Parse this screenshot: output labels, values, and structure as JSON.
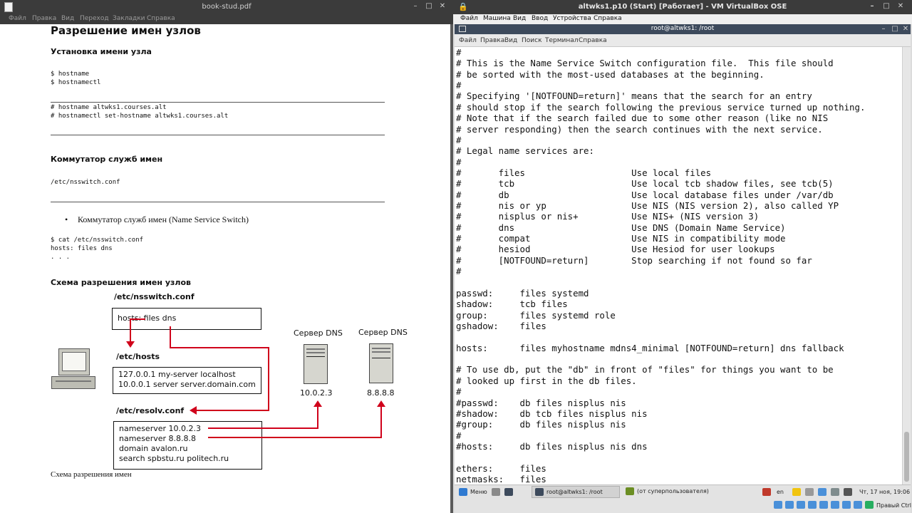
{
  "pdf": {
    "title": "book-stud.pdf",
    "menu": [
      "Файл",
      "Правка",
      "Вид",
      "Переход",
      "Закладки",
      "Справка"
    ],
    "heading": "Разрешение имен узлов",
    "section1_title": "Установка имени узла",
    "section1_cmds": "$ hostname\n$ hostnamectl",
    "section1_root": "# hostname altwks1.courses.alt\n# hostnamectl set-hostname altwks1.courses.alt",
    "section2_title": "Коммутатор служб имен",
    "section2_file": "/etc/nsswitch.conf",
    "bullet": "Коммутатор служб имен (Name Service Switch)",
    "cat_block": "$ cat /etc/nsswitch.conf\nhosts: files dns\n. . .",
    "section3_title": "Схема разрешения имен узлов",
    "diagram": {
      "nsswitch_label": "/etc/nsswitch.conf",
      "nsswitch_box": "hosts: files dns",
      "hosts_label": "/etc/hosts",
      "hosts_box": "127.0.0.1 my-server localhost\n10.0.0.1 server server.domain.com",
      "resolv_label": "/etc/resolv.conf",
      "resolv_box": "nameserver 10.0.2.3\nnameserver 8.8.8.8\ndomain avalon.ru\nsearch spbstu.ru politech.ru",
      "dns1_label": "Сервер DNS",
      "dns1_ip": "10.0.2.3",
      "dns2_label": "Сервер DNS",
      "dns2_ip": "8.8.8.8"
    },
    "caption": "Схема разрешения имен"
  },
  "vbox": {
    "title": "altwks1.p10 (Start) [Работает] - VM VirtualBox OSE",
    "menu": [
      "Файл",
      "Машина",
      "Вид",
      "Ввод",
      "Устройства",
      "Справка"
    ]
  },
  "terminal": {
    "title": "root@altwks1: /root",
    "menu": [
      "Файл",
      "Правка",
      "Вид",
      "Поиск",
      "Терминал",
      "Справка"
    ],
    "lines": [
      "#",
      "# This is the Name Service Switch configuration file.  This file should",
      "# be sorted with the most-used databases at the beginning.",
      "#",
      "# Specifying '[NOTFOUND=return]' means that the search for an entry",
      "# should stop if the search following the previous service turned up nothing.",
      "# Note that if the search failed due to some other reason (like no NIS",
      "# server responding) then the search continues with the next service.",
      "#",
      "# Legal name services are:",
      "#",
      "#       files                    Use local files",
      "#       tcb                      Use local tcb shadow files, see tcb(5)",
      "#       db                       Use local database files under /var/db",
      "#       nis or yp                Use NIS (NIS version 2), also called YP",
      "#       nisplus or nis+          Use NIS+ (NIS version 3)",
      "#       dns                      Use DNS (Domain Name Service)",
      "#       compat                   Use NIS in compatibility mode",
      "#       hesiod                   Use Hesiod for user lookups",
      "#       [NOTFOUND=return]        Stop searching if not found so far",
      "#",
      "",
      "passwd:     files systemd",
      "shadow:     tcb files",
      "group:      files systemd role",
      "gshadow:    files",
      "",
      "hosts:      files myhostname mdns4_minimal [NOTFOUND=return] dns fallback",
      "",
      "# To use db, put the \"db\" in front of \"files\" for things you want to be",
      "# looked up first in the db files.",
      "#",
      "#passwd:    db files nisplus nis",
      "#shadow:    db tcb files nisplus nis",
      "#group:     db files nisplus nis",
      "#",
      "#hosts:     db files nisplus nis dns",
      "",
      "ethers:     files",
      "netmasks:   files"
    ]
  },
  "taskbar": {
    "menu_label": "Меню",
    "task1": "root@altwks1: /root",
    "task2": "(от суперпользователя)",
    "lang": "en",
    "clock": "Чт, 17 ноя, 19:06",
    "host_key": "Правый Ctrl"
  },
  "colors": {
    "diagram_arrows": "#d0021b",
    "term_titlebar": "#3d4a5c"
  }
}
